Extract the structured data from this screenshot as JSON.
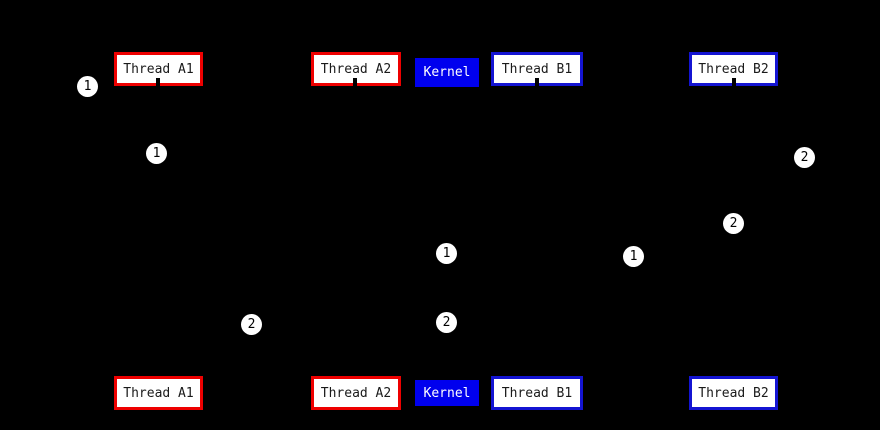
{
  "diagram": {
    "kind": "sequence-diagram",
    "background_color": "#000000",
    "colors": {
      "thread_a_border": "#ee0000",
      "thread_b_border": "#1414d2",
      "kernel_fill": "#0000ee",
      "box_fill": "#ffffff",
      "box_text": "#1a1a1a",
      "kernel_text": "#ffffff",
      "marker_fill": "#ffffff",
      "marker_text": "#000000"
    }
  },
  "entities": {
    "top": [
      {
        "label": "Thread A1"
      },
      {
        "label": "Thread A2"
      },
      {
        "label": "Kernel"
      },
      {
        "label": "Thread B1"
      },
      {
        "label": "Thread B2"
      }
    ],
    "bottom": [
      {
        "label": "Thread A1"
      },
      {
        "label": "Thread A2"
      },
      {
        "label": "Kernel"
      },
      {
        "label": "Thread B1"
      },
      {
        "label": "Thread B2"
      }
    ]
  },
  "markers": [
    {
      "label": "1"
    },
    {
      "label": "1"
    },
    {
      "label": "2"
    },
    {
      "label": "2"
    },
    {
      "label": "1"
    },
    {
      "label": "1"
    },
    {
      "label": "2"
    },
    {
      "label": "2"
    }
  ]
}
